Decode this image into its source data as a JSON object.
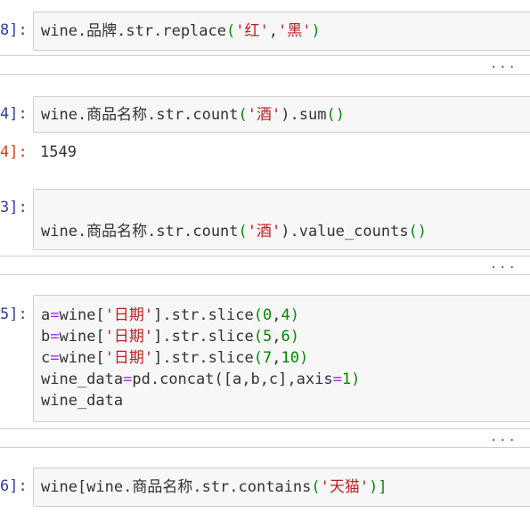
{
  "cells": [
    {
      "prompt": "8]:",
      "lines": [
        [
          "wine.品牌.str.replace",
          "(",
          "'红'",
          ",",
          "'黑'",
          ")"
        ]
      ]
    },
    {
      "prompt": "4]:",
      "lines": [
        [
          "wine.商品名称.str.count",
          "(",
          "'酒'",
          ").sum",
          "()"
        ]
      ],
      "output_prompt": "4]:",
      "output": "1549"
    },
    {
      "prompt": "3]:",
      "lines": [
        [],
        [
          "wine.商品名称.str.count",
          "(",
          "'酒'",
          ").value_counts",
          "()"
        ]
      ]
    },
    {
      "prompt": "5]:",
      "lines": [
        [
          "a",
          "=",
          "wine[",
          "'日期'",
          "].str.slice",
          "(",
          "0",
          ",",
          "4",
          ")"
        ],
        [
          "b",
          "=",
          "wine[",
          "'日期'",
          "].str.slice",
          "(",
          "5",
          ",",
          "6",
          ")"
        ],
        [
          "c",
          "=",
          "wine[",
          "'日期'",
          "].str.slice",
          "(",
          "7",
          ",",
          "10",
          ")"
        ],
        [
          "wine_data",
          "=",
          "pd.concat",
          "([a,b,c],axis",
          "=",
          "1",
          ")"
        ],
        [
          "wine_data"
        ]
      ]
    },
    {
      "prompt": "6]:",
      "lines": [
        [
          "wine[wine.商品名称.str.contains",
          "(",
          "'天猫'",
          ")]"
        ]
      ]
    }
  ],
  "collapsed_label": "..."
}
